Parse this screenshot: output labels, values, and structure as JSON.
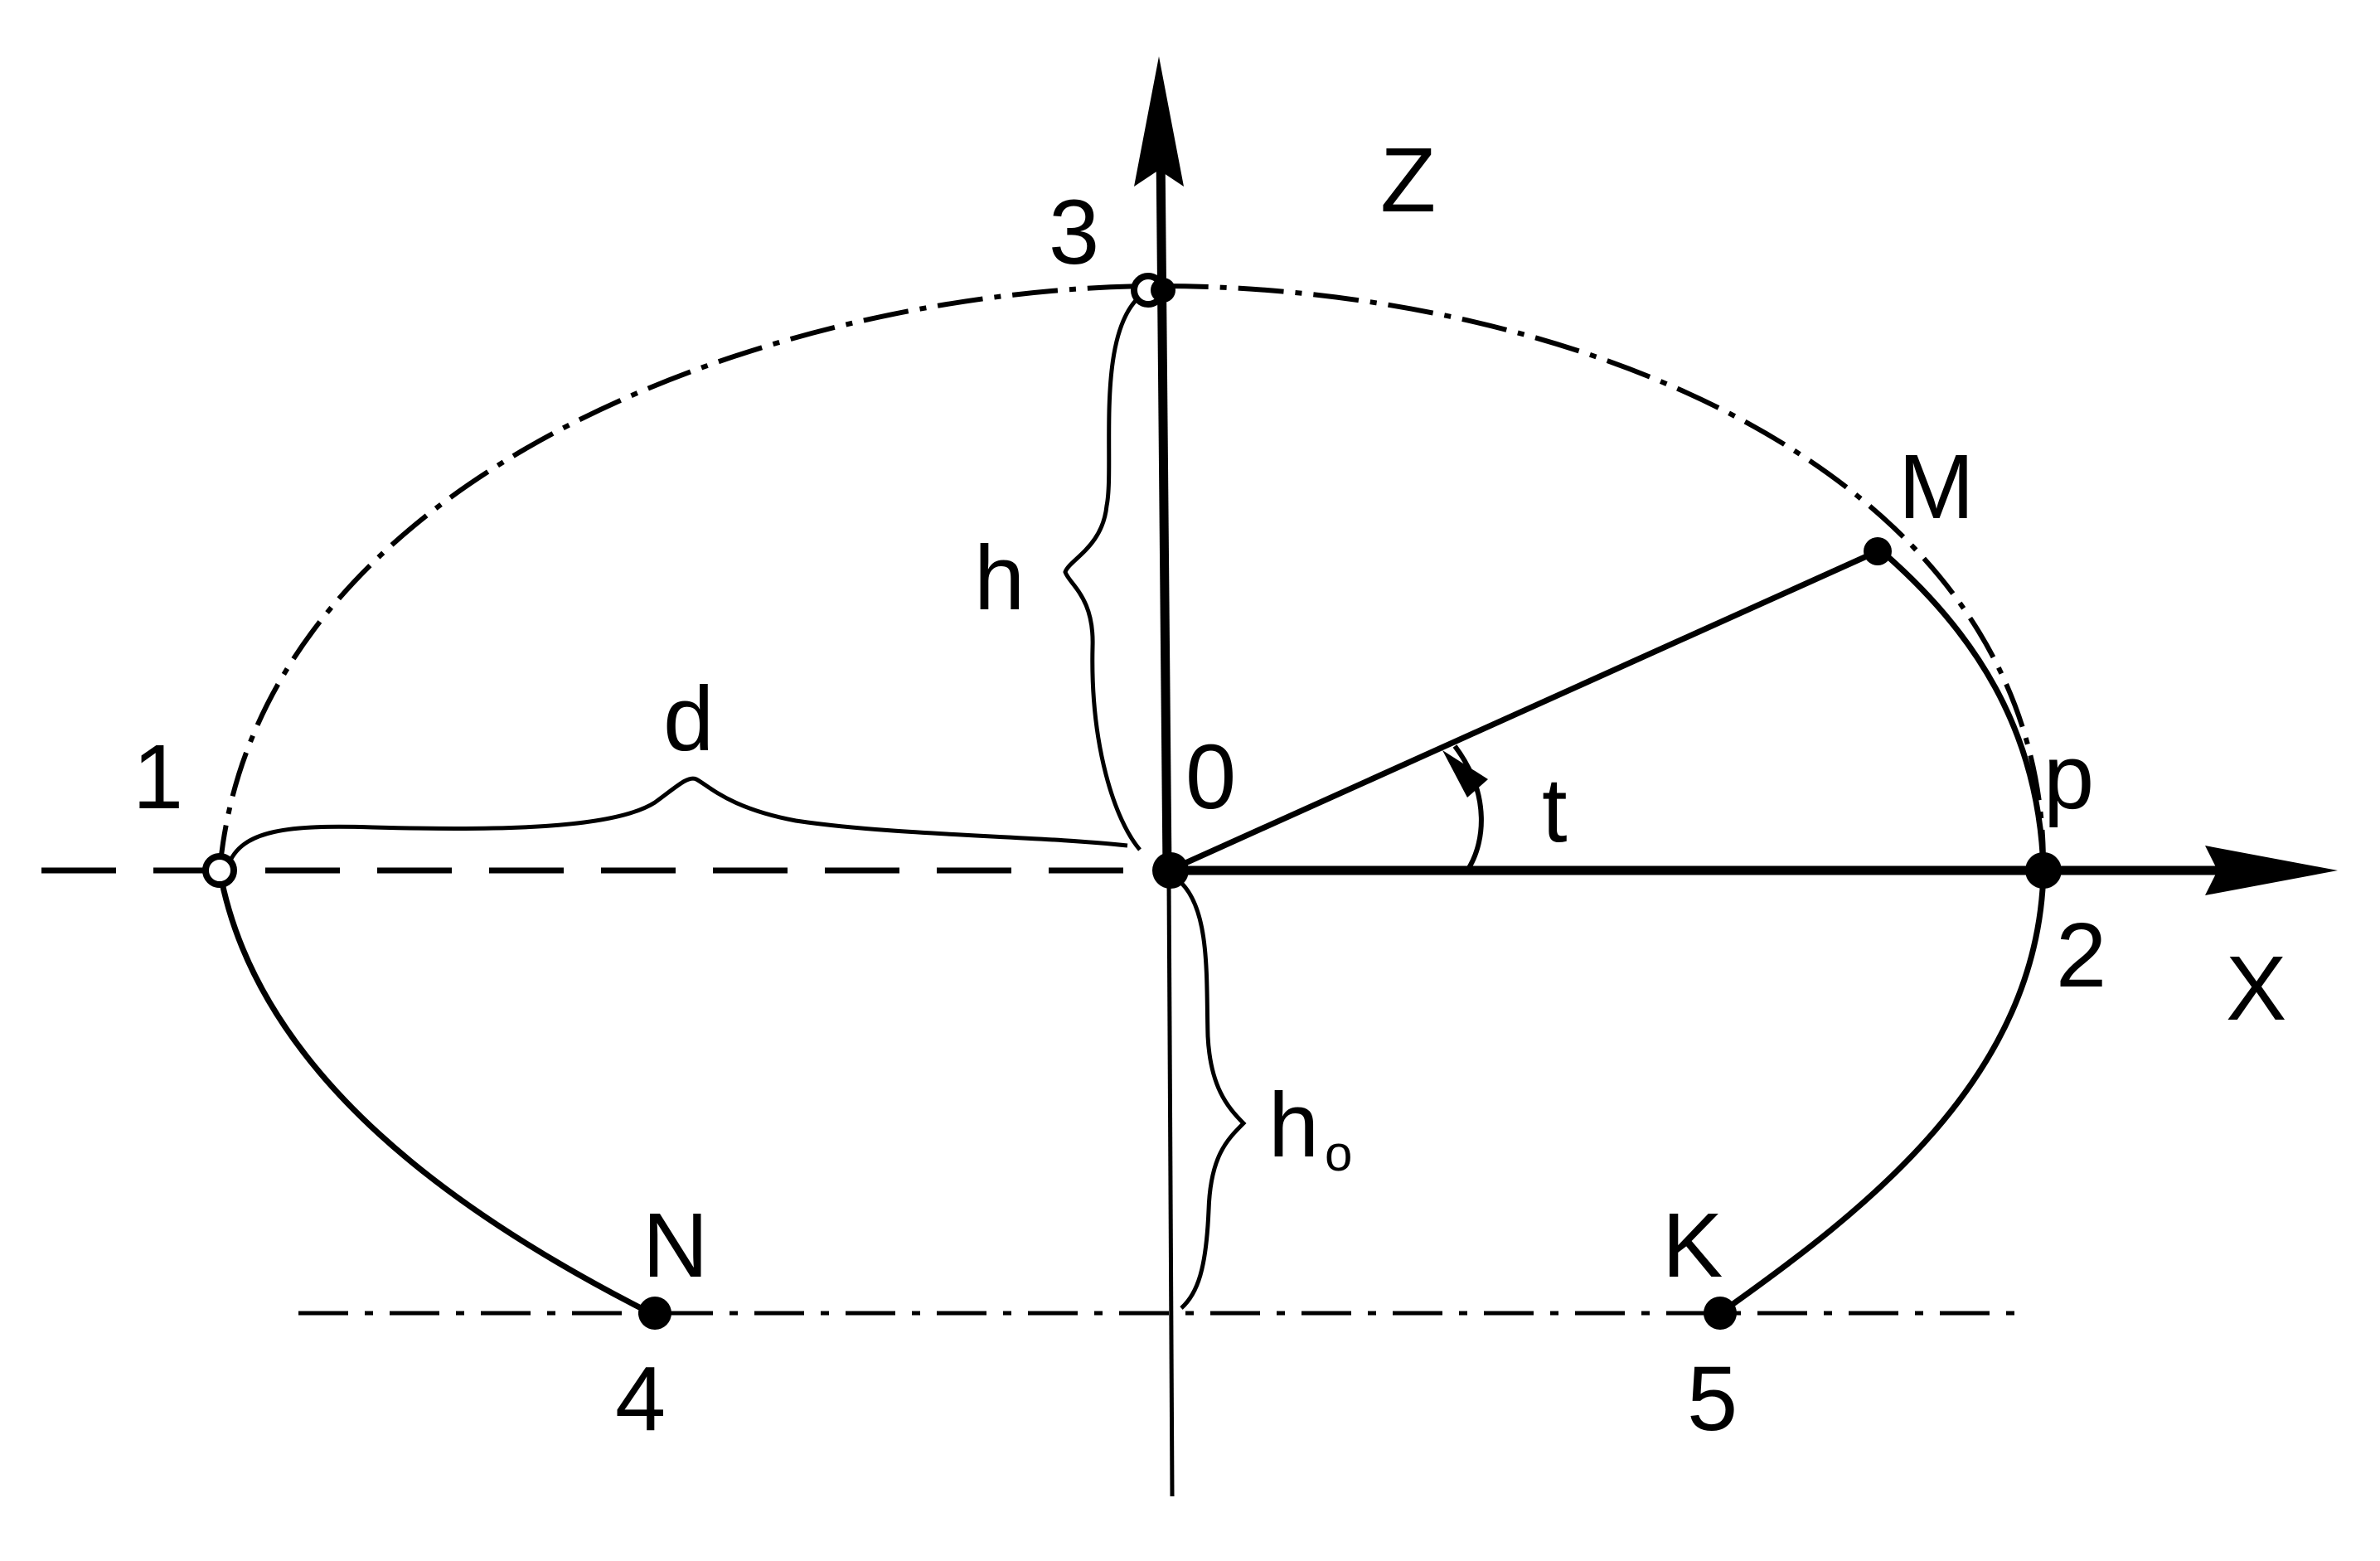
{
  "figure": {
    "colors": {
      "ink": "#000000",
      "background": "#ffffff"
    },
    "axes": {
      "vertical_label": "Z",
      "horizontal_label": "X"
    },
    "points": {
      "origin": "0",
      "left": "1",
      "right_lower": "2",
      "right_upper": "p",
      "top": "3",
      "bottom_left": "4",
      "bottom_right": "5",
      "bottom_left_letter": "N",
      "bottom_right_letter": "K",
      "curve_point": "M"
    },
    "dimensions": {
      "height": "h",
      "lower_height": "h",
      "lower_height_subscript": "o",
      "distance": "d",
      "angle": "t"
    }
  }
}
